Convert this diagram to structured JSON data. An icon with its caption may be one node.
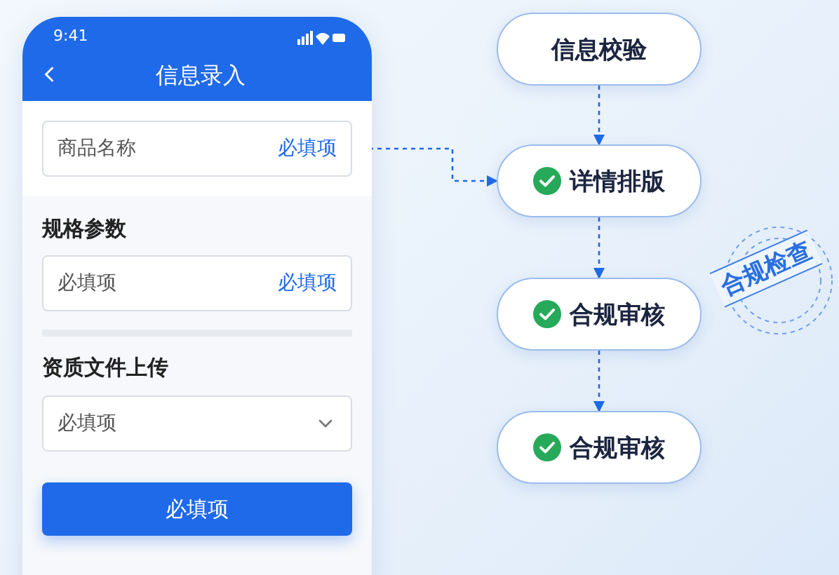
{
  "diagram": {
    "nodes": [
      {
        "text": [
          "商品名称",
          "必填项"
        ]
      },
      {
        "text": [
          "必填项",
          "必填项"
        ]
      },
      {
        "text": [
          "必填项"
        ]
      },
      {
        "text": [
          "信息校验"
        ]
      },
      {
        "text": [
          "详情排版"
        ]
      },
      {
        "text": [
          "合规审核"
        ]
      },
      {
        "text": [
          "合规审核"
        ]
      }
    ],
    "edges": [
      {
        "from": 0,
        "to": 4,
        "arrow": "to",
        "style": "dashed"
      },
      {
        "from": 3,
        "to": 4,
        "arrow": "to",
        "style": "dashed"
      },
      {
        "from": 4,
        "to": 5,
        "arrow": "to",
        "style": "dashed"
      },
      {
        "from": 5,
        "to": 6,
        "arrow": "to",
        "style": "dashed"
      }
    ],
    "labels": [
      "9:41",
      "信息录入",
      "规格参数",
      "资质文件上传",
      "必填项",
      "合规检查"
    ]
  }
}
